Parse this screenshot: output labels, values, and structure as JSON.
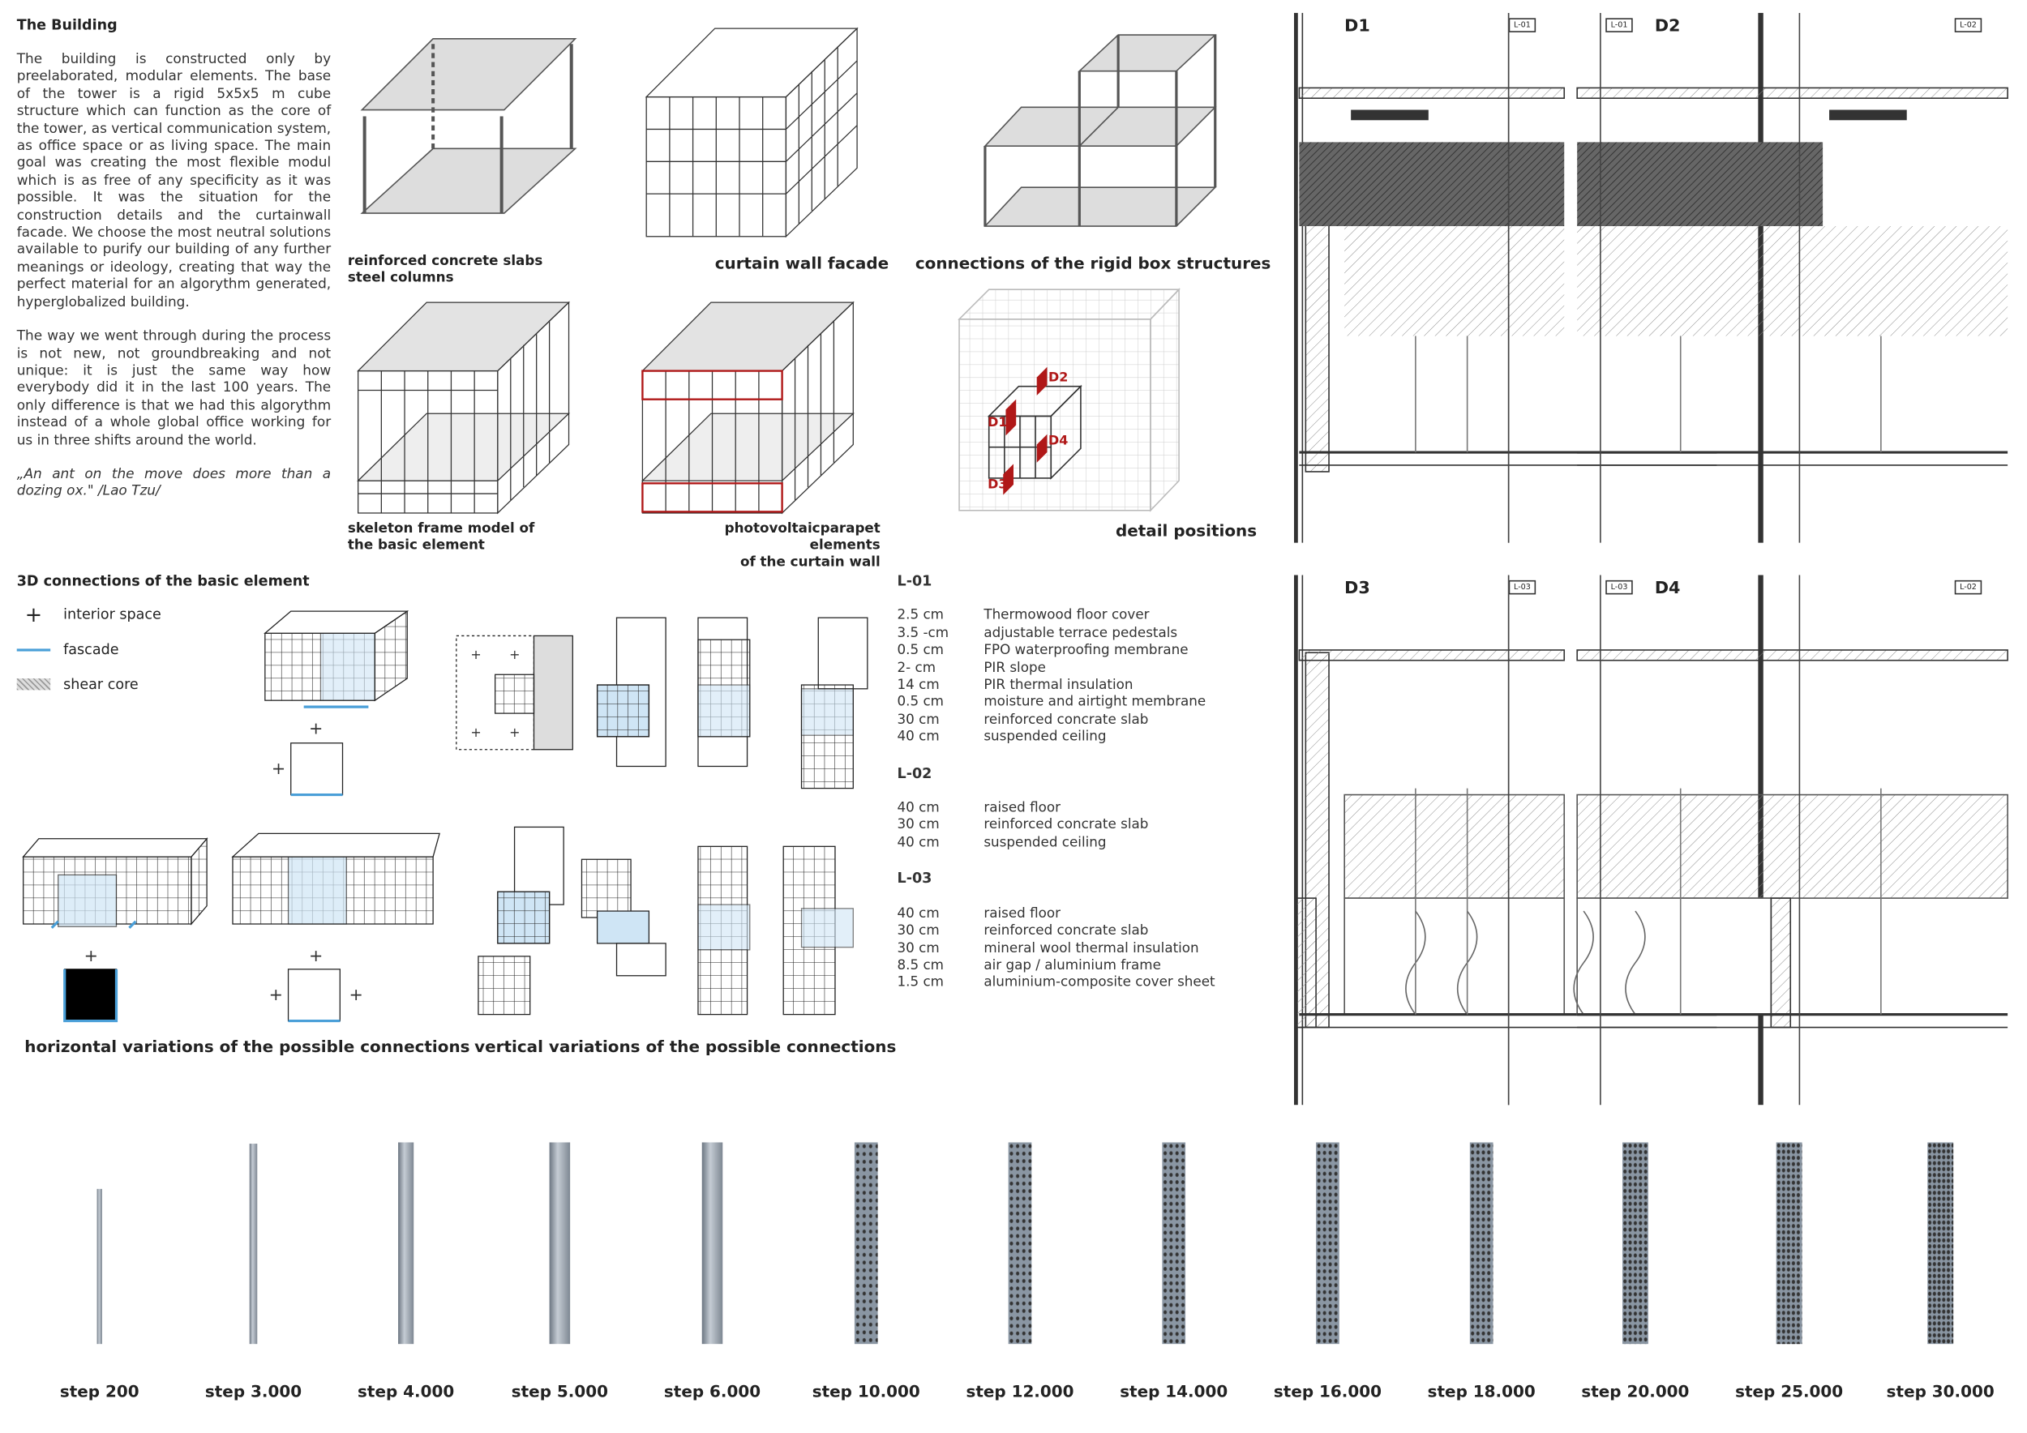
{
  "intro": {
    "title": "The Building",
    "p1": "The building is constructed only by preelaborated, modular elements. The base of the tower is a rigid 5x5x5 m cube structure which can function as the core of the tower, as vertical communication system, as office space or as living space. The main goal was creating the most flexible modul which is as free of any specificity as it was possible. It was the situation for the construction details and the curtainwall facade. We choose the most neutral solutions available to purify our building of any further meanings or ideology, creating that way the perfect material for an algorythm generated, hyperglobalized building.",
    "p2": "The way we went through during the process is not new, not groundbreaking and not unique: it is just the same way how everybody did it in the last 100 years. The only difference is that we had this algorythm instead of a whole global office working for us in three shifts around the world.",
    "quote": "„An ant on the move does more than a dozing ox.\" /Lao Tzu/"
  },
  "diagrams": {
    "slabs": [
      "reinforced concrete slabs",
      "steel columns"
    ],
    "curtain": "curtain wall facade",
    "connections": "connections of the rigid box structures",
    "skeleton": [
      "skeleton frame model of",
      "the basic element"
    ],
    "pv": [
      "photovoltaicparapet elements",
      "of the curtain wall"
    ],
    "positions": "detail  positions",
    "position_labels": [
      "D1",
      "D2",
      "D3",
      "D4"
    ]
  },
  "connections3d": {
    "title": "3D connections of the basic element",
    "legend": [
      {
        "icon": "plus-icon",
        "label": "interior space"
      },
      {
        "icon": "line-icon",
        "label": "fascade",
        "color": "#4a9fd8"
      },
      {
        "icon": "hatch-icon",
        "label": "shear core"
      }
    ],
    "horizontal": "horizontal variations of the possible connections",
    "vertical": "vertical variations of the possible connections",
    "plus": "+"
  },
  "materials": [
    {
      "name": "L-01",
      "rows": [
        [
          "2.5 cm",
          "Thermowood floor cover"
        ],
        [
          "3.5 -cm",
          "adjustable terrace pedestals"
        ],
        [
          "0.5 cm",
          "FPO waterproofing membrane"
        ],
        [
          "2- cm",
          "PIR slope"
        ],
        [
          "14 cm",
          "PIR thermal insulation"
        ],
        [
          "0.5 cm",
          "moisture and airtight membrane"
        ],
        [
          "30 cm",
          "reinforced concrate slab"
        ],
        [
          "40 cm",
          "suspended ceiling"
        ]
      ]
    },
    {
      "name": "L-02",
      "rows": [
        [
          "40 cm",
          "raised floor"
        ],
        [
          "30 cm",
          "reinforced concrate slab"
        ],
        [
          "40 cm",
          "suspended ceiling"
        ]
      ]
    },
    {
      "name": "L-03",
      "rows": [
        [
          "40 cm",
          "raised floor"
        ],
        [
          "30 cm",
          "reinforced concrate slab"
        ],
        [
          "30 cm",
          "mineral wool thermal insulation"
        ],
        [
          "8.5 cm",
          "air gap / aluminium frame"
        ],
        [
          "1.5 cm",
          "aluminium-composite cover sheet"
        ]
      ]
    }
  ],
  "details": [
    {
      "label": "D1",
      "tags": [
        "L-01"
      ]
    },
    {
      "label": "D2",
      "tags": [
        "L-01",
        "L-02"
      ]
    },
    {
      "label": "D3",
      "tags": [
        "L-03"
      ]
    },
    {
      "label": "D4",
      "tags": [
        "L-03",
        "L-02"
      ]
    }
  ],
  "steps": [
    "step 200",
    "step 3.000",
    "step 4.000",
    "step 5.000",
    "step 6.000",
    "step 10.000",
    "step 12.000",
    "step 14.000",
    "step 16.000",
    "step 18.000",
    "step 20.000",
    "step 25.000",
    "step 30.000"
  ],
  "accent": "#b01818"
}
